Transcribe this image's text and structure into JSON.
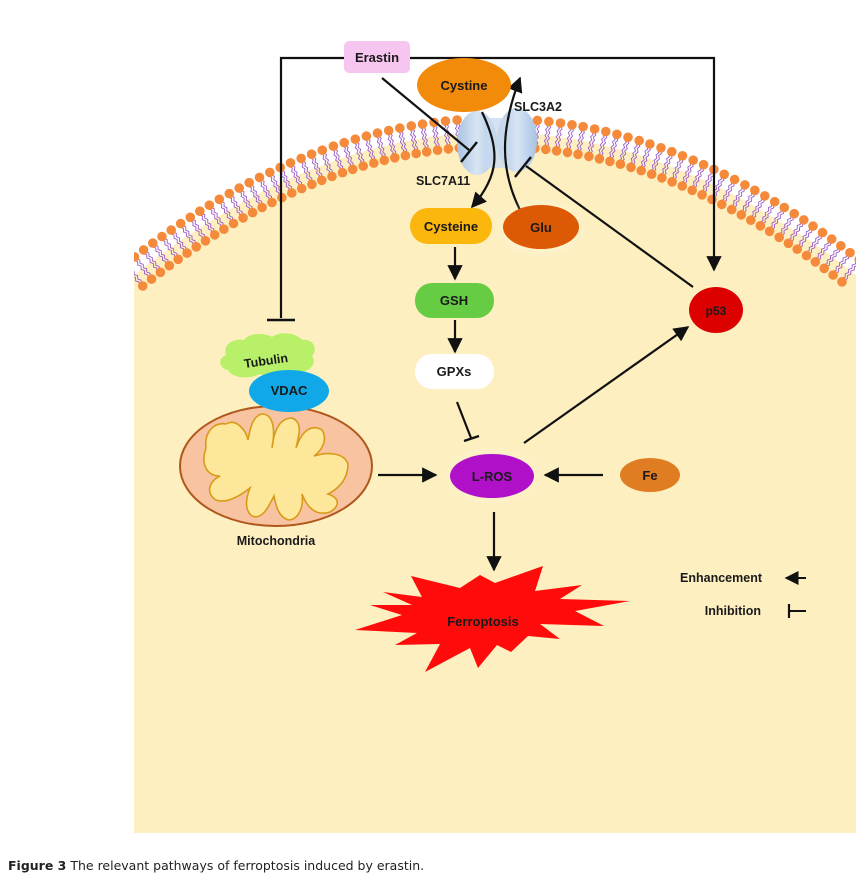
{
  "nodes": {
    "erastin": {
      "label": "Erastin",
      "color": "#f7c6f0"
    },
    "cystine": {
      "label": "Cystine",
      "color": "#f28a0a"
    },
    "slc3a2": {
      "label": "SLC3A2"
    },
    "slc7a11": {
      "label": "SLC7A11"
    },
    "cysteine": {
      "label": "Cysteine",
      "color": "#fbb70c"
    },
    "glu": {
      "label": "Glu",
      "color": "#dc5a06"
    },
    "gsh": {
      "label": "GSH",
      "color": "#66cc44"
    },
    "gpxs": {
      "label": "GPXs",
      "color": "#ffffff"
    },
    "tubulin": {
      "label": "Tubulin",
      "color": "#b8f06a"
    },
    "vdac": {
      "label": "VDAC",
      "color": "#10a8e8"
    },
    "mitochondria": {
      "label": "Mitochondria",
      "color": "#f7c3a0"
    },
    "lros": {
      "label": "L-ROS",
      "color": "#b010c8"
    },
    "fe": {
      "label": "Fe",
      "color": "#e07d22"
    },
    "p53": {
      "label": "p53",
      "color": "#dd0000"
    },
    "ferroptosis": {
      "label": "Ferroptosis",
      "color": "#ff0b0b"
    }
  },
  "edges": [
    {
      "from": "erastin",
      "to": "slc7a11",
      "type": "inhibition"
    },
    {
      "from": "erastin",
      "to": "tubulin",
      "type": "inhibition"
    },
    {
      "from": "erastin",
      "to": "p53",
      "type": "enhancement"
    },
    {
      "from": "cystine",
      "to": "cysteine",
      "type": "enhancement"
    },
    {
      "from": "glu",
      "to": "slc3a2",
      "type": "enhancement"
    },
    {
      "from": "cysteine",
      "to": "gsh",
      "type": "enhancement"
    },
    {
      "from": "gsh",
      "to": "gpxs",
      "type": "enhancement"
    },
    {
      "from": "gpxs",
      "to": "lros",
      "type": "inhibition"
    },
    {
      "from": "mitochondria",
      "to": "lros",
      "type": "enhancement"
    },
    {
      "from": "fe",
      "to": "lros",
      "type": "enhancement"
    },
    {
      "from": "lros",
      "to": "p53",
      "type": "enhancement"
    },
    {
      "from": "p53",
      "to": "slc3a2",
      "type": "inhibition"
    },
    {
      "from": "lros",
      "to": "ferroptosis",
      "type": "enhancement"
    }
  ],
  "legend": {
    "enhancement": "Enhancement",
    "inhibition": "Inhibition"
  },
  "colors": {
    "cytoplasm": "#fdefc0",
    "lipid_head": "#f58a3a",
    "lipid_tail": "#9a5cc8",
    "transporter": "#b8cfe6"
  },
  "caption": {
    "label": "Figure 3",
    "text": " The relevant pathways of ferroptosis induced by erastin."
  }
}
